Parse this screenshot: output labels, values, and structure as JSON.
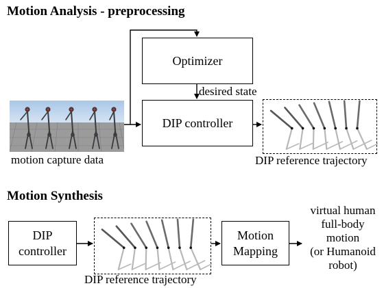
{
  "section1": {
    "title": "Motion Analysis - preprocessing",
    "optimizer_label": "Optimizer",
    "desired_state_label": "desired state",
    "dip_controller_label": "DIP controller",
    "motion_capture_caption": "motion capture data",
    "reference_caption": "DIP reference trajectory"
  },
  "section2": {
    "title": "Motion Synthesis",
    "dip_controller_label": "DIP\ncontroller",
    "reference_caption": "DIP reference trajectory",
    "motion_mapping_label": "Motion\nMapping",
    "output_label": "virtual human\nfull-body\nmotion\n(or Humanoid\nrobot)"
  },
  "colors": {
    "sky": "#a9c7e8",
    "floor": "#9b9b9b",
    "pendulum_dark": "#555555",
    "pendulum_light": "#b8b8b8",
    "mocap_marker_red": "#c83232",
    "mocap_marker_blue": "#3a3ad0"
  }
}
